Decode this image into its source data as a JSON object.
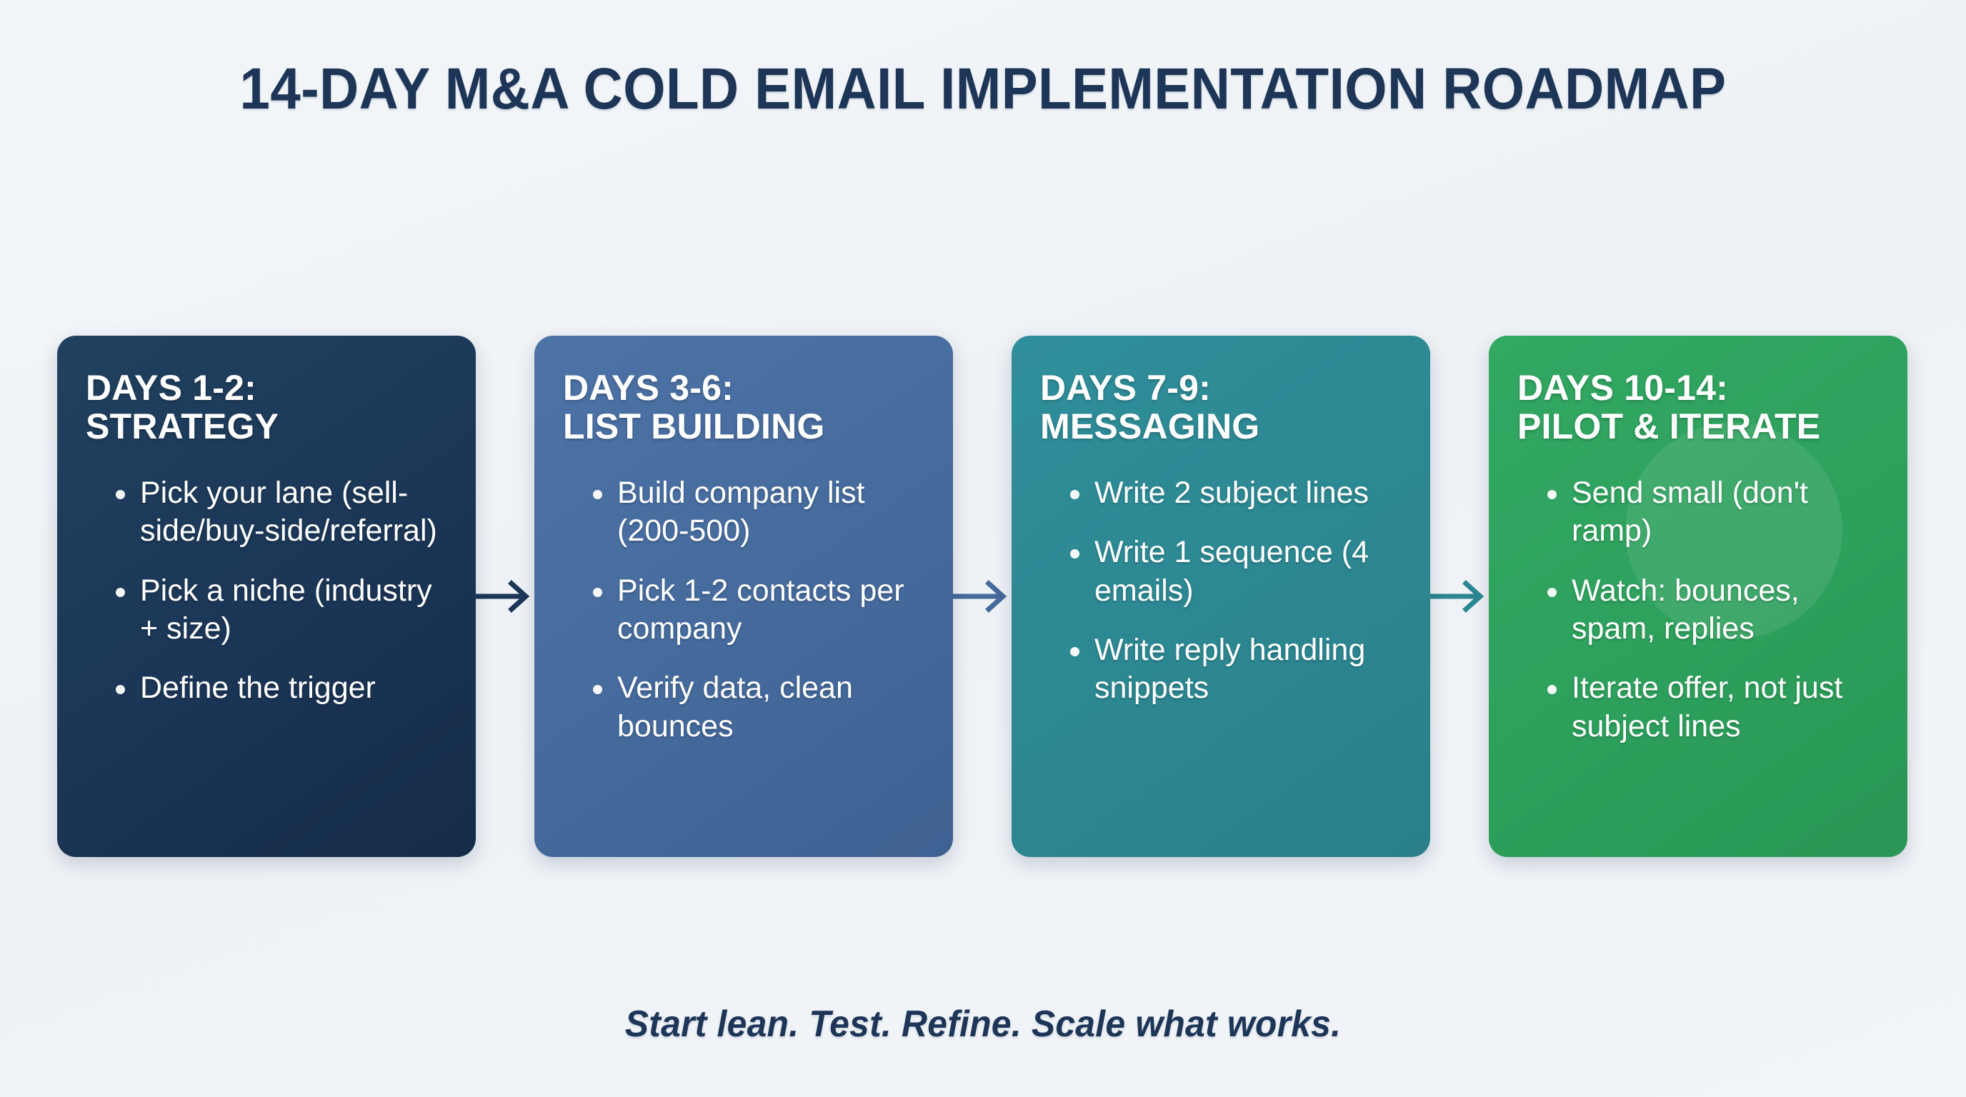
{
  "page": {
    "title": "14-DAY M&A COLD EMAIL IMPLEMENTATION ROADMAP",
    "footer": "Start lean. Test. Refine. Scale what works.",
    "background_color": "#f1f4f8",
    "title_color": "#1d3557"
  },
  "stages": [
    {
      "heading": "DAYS 1-2:\nSTRATEGY",
      "color": "#1b3556",
      "bullets": [
        "Pick your lane (sell-side/buy-side/referral)",
        "Pick a niche (industry + size)",
        "Define the trigger"
      ]
    },
    {
      "heading": "DAYS 3-6:\nLIST BUILDING",
      "color": "#456a9c",
      "bullets": [
        "Build company list (200-500)",
        "Pick 1-2 contacts per company",
        "Verify data, clean bounces"
      ]
    },
    {
      "heading": "DAYS 7-9:\nMESSAGING",
      "color": "#2c8791",
      "bullets": [
        "Write 2 subject lines",
        "Write 1 sequence (4 emails)",
        "Write reply handling snippets"
      ]
    },
    {
      "heading": "DAYS 10-14:\nPILOT & ITERATE",
      "color": "#2da05c",
      "bullets": [
        "Send small (don't ramp)",
        "Watch: bounces, spam, replies",
        "Iterate offer, not just subject lines"
      ]
    }
  ],
  "connectors": [
    {
      "name": "arrow-stage1-to-stage2",
      "color": "#1b3556"
    },
    {
      "name": "arrow-stage2-to-stage3",
      "color": "#456a9c"
    },
    {
      "name": "arrow-stage3-to-stage4",
      "color": "#2c8791"
    }
  ]
}
